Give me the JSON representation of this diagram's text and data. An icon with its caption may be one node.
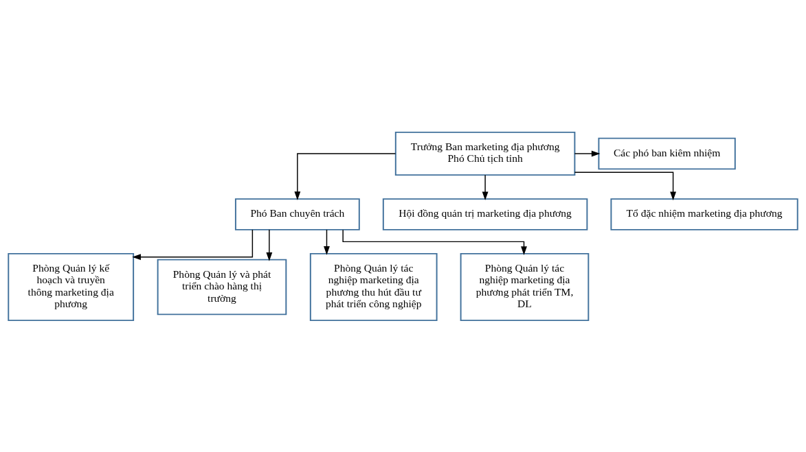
{
  "diagram": {
    "nodes": [
      {
        "text": [
          "Trưởng Ban marketing địa phương",
          "Phó Chủ tịch tỉnh"
        ]
      },
      {
        "text": [
          "Các phó ban kiêm nhiệm"
        ]
      },
      {
        "text": [
          "Phó Ban chuyên trách"
        ]
      },
      {
        "text": [
          "Hội đồng quản trị marketing địa phương"
        ]
      },
      {
        "text": [
          "Tổ đặc nhiệm marketing địa phương"
        ]
      },
      {
        "text": [
          "Phòng Quản lý kế hoạch và truyền thông marketing địa phương"
        ]
      },
      {
        "text": [
          "Phòng Quản lý và phát triển chào hàng thị trường"
        ]
      },
      {
        "text": [
          "Phòng Quản lý tác nghiệp marketing địa phương thu hút đầu tư phát triển công nghiệp"
        ]
      },
      {
        "text": [
          "Phòng Quản lý tác nghiệp marketing địa phương phát triển TM, DL"
        ]
      }
    ],
    "edges": [
      {
        "from": 0,
        "to": 1,
        "arrow": "to"
      },
      {
        "from": 0,
        "to": 2,
        "arrow": "to"
      },
      {
        "from": 0,
        "to": 3,
        "arrow": "to"
      },
      {
        "from": 0,
        "to": 4,
        "arrow": "to"
      },
      {
        "from": 2,
        "to": 5,
        "arrow": "to"
      },
      {
        "from": 2,
        "to": 6,
        "arrow": "to"
      },
      {
        "from": 2,
        "to": 7,
        "arrow": "to"
      },
      {
        "from": 2,
        "to": 8,
        "arrow": "to"
      }
    ]
  }
}
